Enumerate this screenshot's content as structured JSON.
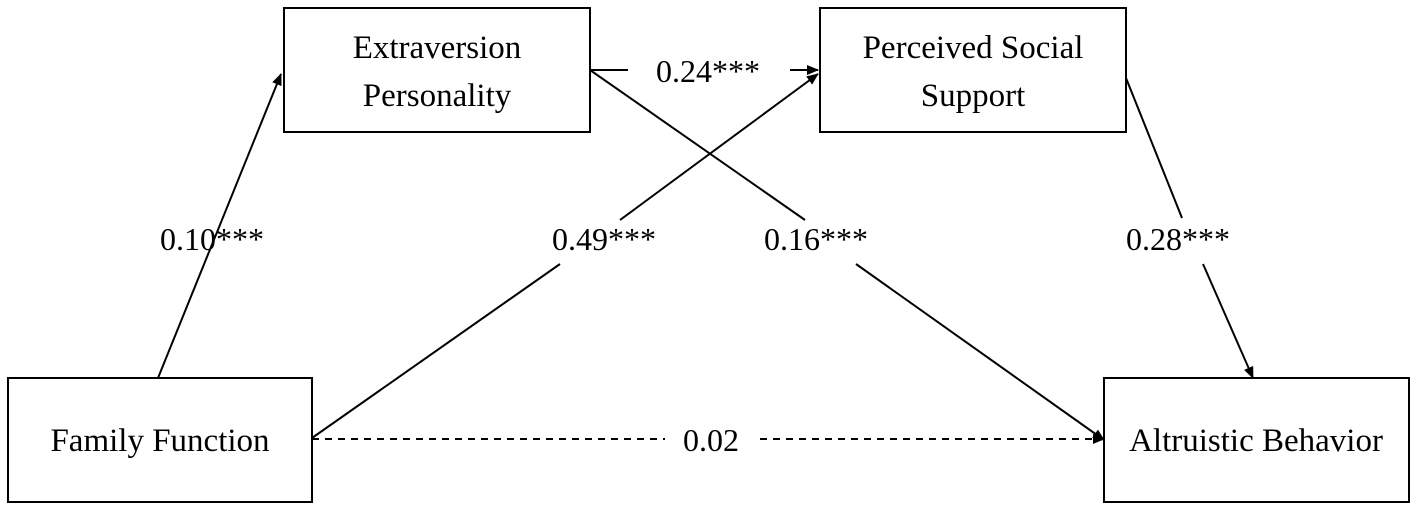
{
  "nodes": {
    "extraversion": {
      "line1": "Extraversion",
      "line2": "Personality"
    },
    "social_support": {
      "line1": "Perceived Social",
      "line2": "Support"
    },
    "family_function": {
      "label": "Family Function"
    },
    "altruistic_behavior": {
      "label": "Altruistic Behavior"
    }
  },
  "paths": {
    "family_to_extraversion": "0.10***",
    "extraversion_to_support": "0.24***",
    "family_to_support": "0.49***",
    "extraversion_to_altruism": "0.16***",
    "support_to_altruism": "0.28***",
    "family_to_altruism": "0.02"
  }
}
